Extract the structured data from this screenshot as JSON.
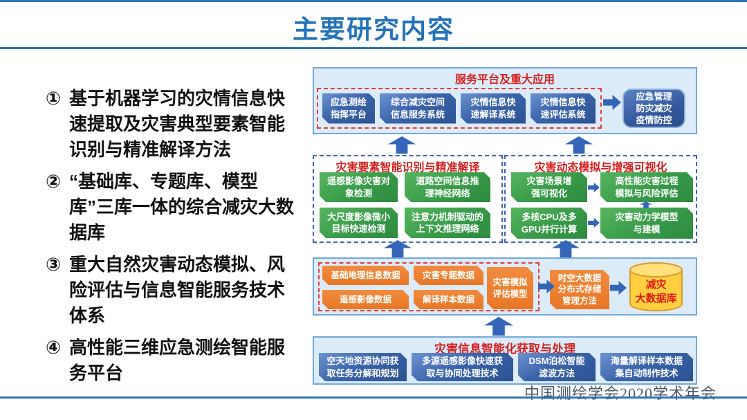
{
  "slide": {
    "title": "主要研究内容",
    "footer": "中国测绘学会2020学术年会"
  },
  "research_items": [
    {
      "num": "①",
      "text": "基于机器学习的灾情信息快速提取及灾害典型要素智能识别与精准解译方法"
    },
    {
      "num": "②",
      "text": "“基础库、专题库、模型库”三库一体的综合减灾大数据库"
    },
    {
      "num": "③",
      "text": "重大自然灾害动态模拟、风险评估与信息智能服务技术体系"
    },
    {
      "num": "④",
      "text": "高性能三维应急测绘智能服务平台"
    }
  ],
  "diagram": {
    "service": {
      "title": "服务平台及重大应用",
      "systems": [
        "应急测绘\n指挥平台",
        "综合减灾空间\n信息服务系统",
        "灾情信息快\n速解译系统",
        "灾情信息快\n速评估系统"
      ],
      "application": "应急管理\n防灾减灾\n疫情防控"
    },
    "recognition": {
      "title": "灾害要素智能识别与精准解译",
      "boxes": [
        "遥感影像灾害对\n象检测",
        "道路空间信息推\n理神经网络",
        "大尺度影像微小\n目标快速检测",
        "注意力机制驱动的\n上下文推理网络"
      ]
    },
    "simulation": {
      "title": "灾害动态模拟与增强可视化",
      "boxes": [
        "灾害场景增\n强可视化",
        "高性能灾害过程\n模拟与风险评估",
        "多核CPU及多\nGPU并行计算",
        "灾害动力学模型\n与建模"
      ]
    },
    "data_platform": {
      "data_boxes": [
        "基础地理信息数据",
        "灾害专题数据",
        "遥感影像数据",
        "解译样本数据"
      ],
      "model_box": "灾害模拟\n评估模型",
      "storage_box": "时空大数据\n分布式存储\n管理方法",
      "database": "减灾\n大数据库"
    },
    "acquisition": {
      "title": "灾害信息智能化获取与处理",
      "boxes": [
        "空天地资源协同获\n取任务分解和规划",
        "多源遥感影像快速获\n取与协同处理技术",
        "DSM泊松智能\n滤波方法",
        "海量解译样本数据\n集自动制作技术"
      ]
    }
  },
  "icons": [
    "up-arrow-icon",
    "right-arrow-icon",
    "database-cylinder-icon"
  ],
  "colors": {
    "accent_blue": "#2e75b6",
    "title_blue": "#2573b8",
    "box_blue": "#3b64ab",
    "box_green": "#389a49",
    "box_orange": "#ed7d31",
    "dashed_red": "#e23a3a",
    "dashed_blue": "#3f66ad",
    "header_red": "#d42020",
    "panel_bg": "#dcebf8",
    "db_yellow": "#ffcf3f"
  }
}
